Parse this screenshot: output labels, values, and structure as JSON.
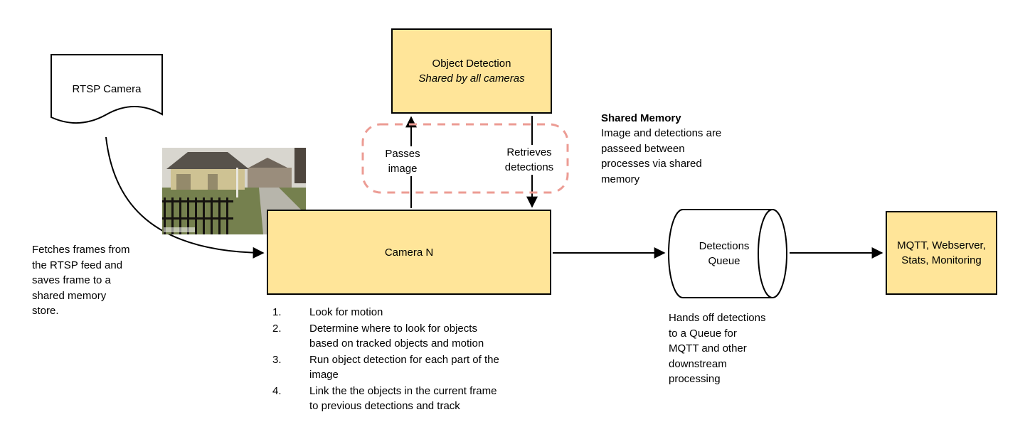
{
  "colors": {
    "box_fill": "#FFE599",
    "box_stroke": "#000000",
    "shared_memory_dashed_stroke": "#EC9C94",
    "arrow_color": "#000000"
  },
  "rtsp": {
    "label": "RTSP Camera"
  },
  "object_detection": {
    "title": "Object Detection",
    "subtitle": "Shared by all cameras"
  },
  "edges": {
    "passes_image": "Passes\nimage",
    "retrieves_detections": "Retrieves\ndetections"
  },
  "camera": {
    "label": "Camera N",
    "steps": [
      "Look for motion",
      "Determine where to look for objects\nbased on tracked objects and motion",
      "Run object detection for each part of the\nimage",
      "Link the the objects in the current frame\nto previous detections and track"
    ]
  },
  "queue": {
    "label": "Detections\nQueue"
  },
  "sink": {
    "label": "MQTT, Webserver,\nStats, Monitoring"
  },
  "notes": {
    "fetch": "Fetches frames from\nthe RTSP feed and\nsaves frame to a\nshared memory\nstore.",
    "shared_memory_title": "Shared Memory",
    "shared_memory_body": "Image and detections are\npasseed between\nprocesses via shared\nmemory",
    "queue": "Hands off detections\nto a Queue for\nMQTT and other\ndownstream\nprocessing"
  }
}
